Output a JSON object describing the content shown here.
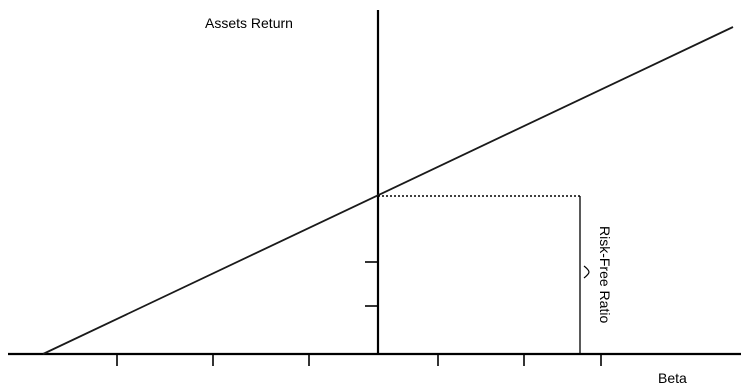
{
  "chart_data": {
    "type": "line",
    "title": "",
    "ylabel": "Assets Return",
    "xlabel": "Beta",
    "annotations": [
      {
        "text": "Risk-Free Ratio",
        "orientation": "vertical"
      }
    ],
    "grid": false,
    "legend": "none"
  },
  "colors": {
    "background": "#ffffff",
    "ink": "#000000",
    "line": "#1a1a1a"
  }
}
